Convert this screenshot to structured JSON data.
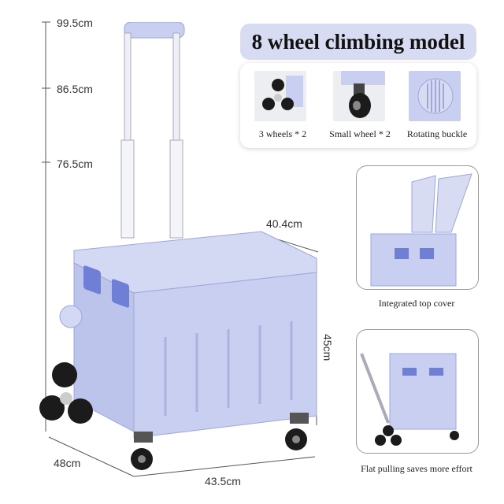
{
  "heights": {
    "h1": "99.5cm",
    "h2": "86.5cm",
    "h3": "76.5cm"
  },
  "dims": {
    "depth_top": "40.4cm",
    "height": "45cm",
    "depth": "48cm",
    "width": "43.5cm"
  },
  "title": "8 wheel climbing model",
  "features": [
    {
      "icon": "climbing-wheels-icon",
      "label": "3 wheels * 2"
    },
    {
      "icon": "small-wheel-icon",
      "label": "Small wheel * 2"
    },
    {
      "icon": "rotating-buckle-icon",
      "label": "Rotating buckle"
    }
  ],
  "side_features": [
    {
      "label": "Integrated top cover"
    },
    {
      "label": "Flat pulling saves more effort"
    }
  ],
  "colors": {
    "body": "#c9cff0",
    "body_dark": "#aab2e0",
    "accent": "#6f7fd6",
    "badge_bg": "#d7dcf2"
  }
}
